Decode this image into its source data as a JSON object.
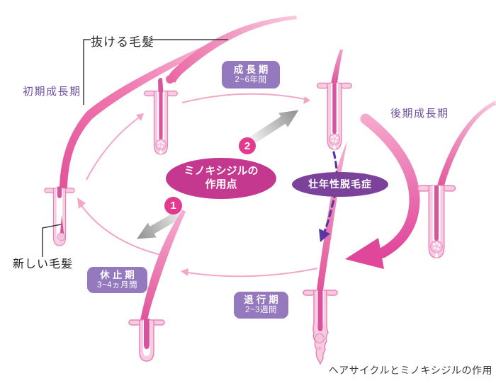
{
  "figure": {
    "caption": "ヘアサイクルとミノキシジルの作用"
  },
  "labels": {
    "falling_hair": "抜ける毛髪",
    "early_growth_phase": "初期成長期",
    "late_growth_phase": "後期成長期",
    "new_hair": "新しい毛髪"
  },
  "stages": {
    "growth": {
      "name": "成長期",
      "duration": "2~6年間"
    },
    "regression": {
      "name": "退行期",
      "duration": "2~3週間"
    },
    "rest": {
      "name": "休止期",
      "duration": "3~4ヵ月間"
    }
  },
  "callouts": {
    "minoxidil_action_line1": "ミノキシジルの",
    "minoxidil_action_line2": "作用点",
    "alopecia": "壮年性脱毛症",
    "marker_1": "1",
    "marker_2": "2"
  },
  "colors": {
    "magenta_ellipse": "#C5388F",
    "purple_ellipse": "#7B419B",
    "stage_box_purple": "#9579BE",
    "phase_label_purple": "#6E4FA0",
    "number_badge_pink": "#E23A8E",
    "hair_pink": "#EC6FA6",
    "hair_deep_pink": "#E2539A",
    "follicle_outline_pink": "#E884B6",
    "arrow_gray": "#8F8F8F",
    "dashed_arrow_purple": "#5936A2",
    "thin_arrow_pink": "#F2A6C8",
    "caption_gray": "#3A3A3A"
  }
}
